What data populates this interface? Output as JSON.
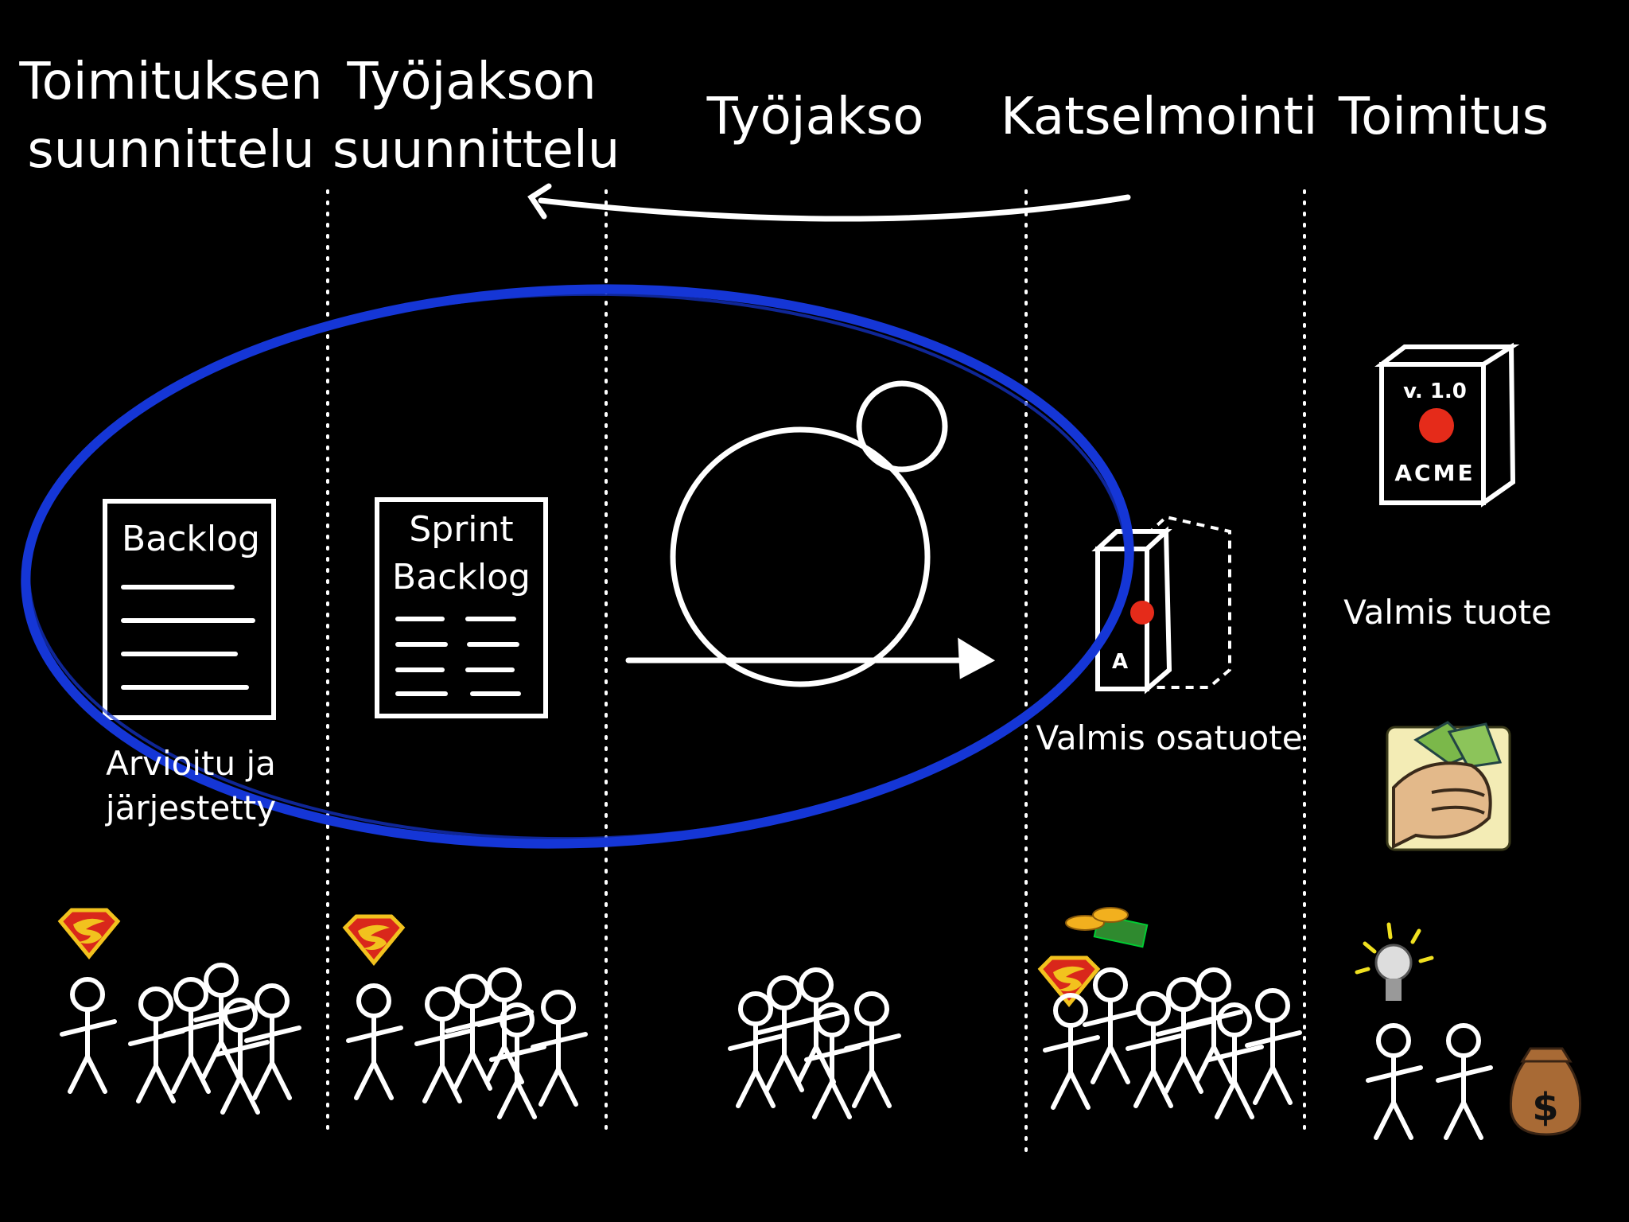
{
  "headers": {
    "release_planning": [
      "Toimituksen",
      "suunnittelu"
    ],
    "sprint_planning": [
      "Työjakson",
      "suunnittelu"
    ],
    "sprint": "Työjakso",
    "review": "Katselmointi",
    "release": "Toimitus"
  },
  "documents": {
    "backlog_title": "Backlog",
    "sprint_backlog_title": [
      "Sprint",
      "Backlog"
    ]
  },
  "captions": {
    "backlog": [
      "Arvioitu ja",
      "järjestetty"
    ],
    "increment": "Valmis osatuote",
    "product": "Valmis tuote"
  },
  "product_box": {
    "version": "v. 1.0",
    "brand": "ACME"
  },
  "increment_box": {
    "letter": "A"
  },
  "colors": {
    "background": "#000000",
    "ellipse": "#1536d6",
    "red_dot": "#e52b1a",
    "gold": "#f2b01e",
    "money_bag": "#a86a35"
  },
  "icons": [
    "superman-logo-icon",
    "stick-figure-icon",
    "coins-icon",
    "lightbulb-icon",
    "money-bag-icon",
    "cash-fist-icon",
    "sprint-cycle-icon",
    "product-box-icon"
  ]
}
